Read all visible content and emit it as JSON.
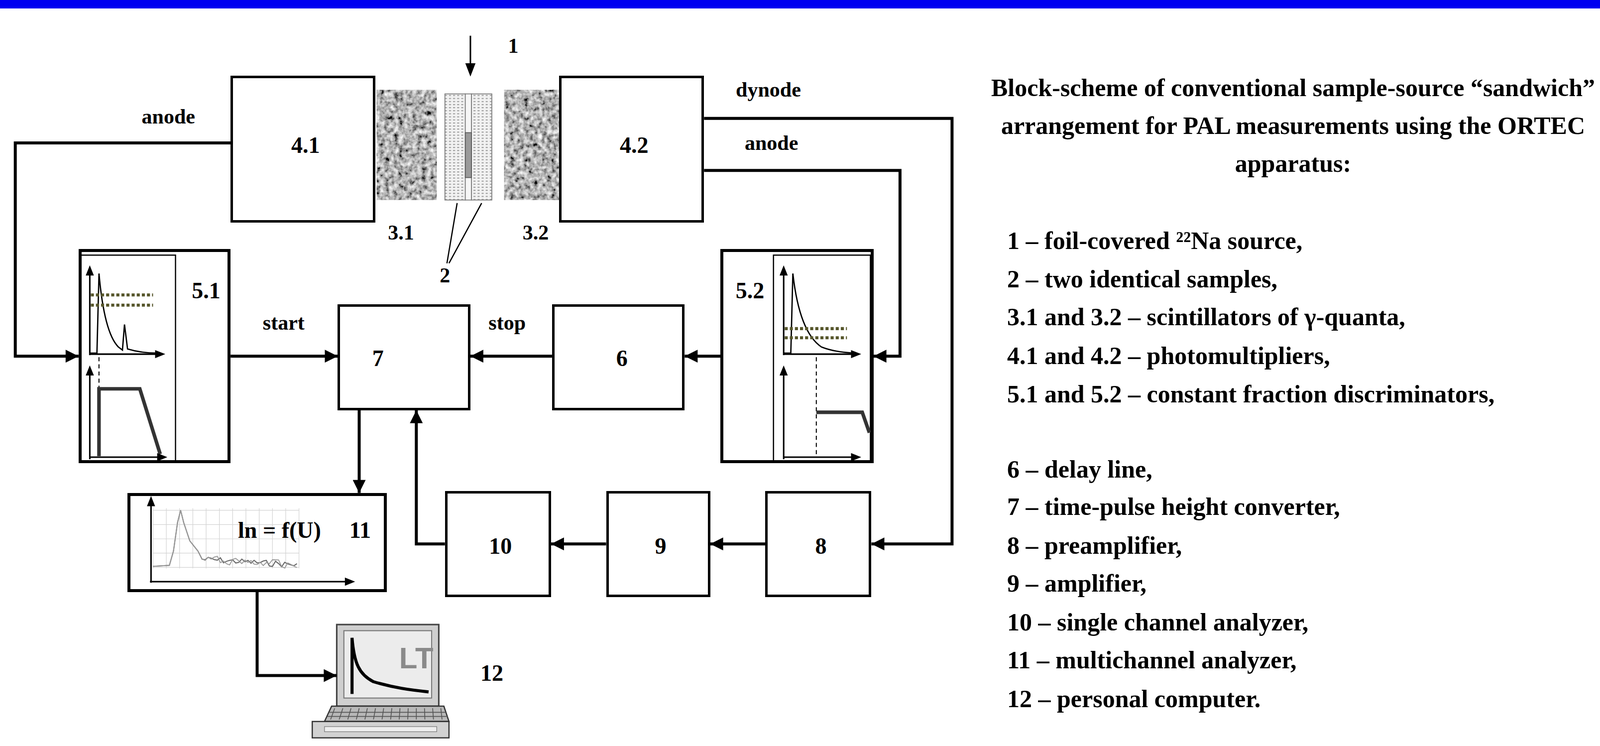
{
  "diagram": {
    "title": "Block-scheme of conventional sample-source “sandwich” arrangement for PAL measurements using the ORTEC apparatus:",
    "nodes": [
      {
        "text": [
          "4.1"
        ]
      },
      {
        "text": [
          "4.2"
        ]
      },
      {
        "text": [
          "5.1"
        ]
      },
      {
        "text": [
          "7"
        ]
      },
      {
        "text": [
          "6"
        ]
      },
      {
        "text": [
          "5.2"
        ]
      },
      {
        "text": [
          "ln = f(U)",
          "11"
        ]
      },
      {
        "text": [
          "10"
        ]
      },
      {
        "text": [
          "9"
        ]
      },
      {
        "text": [
          "8"
        ]
      },
      {
        "text": [
          "LT",
          "12"
        ]
      }
    ],
    "edges": [
      {
        "from": 0,
        "to": 2,
        "arrow": "to",
        "label": "anode"
      },
      {
        "from": 1,
        "to": 5,
        "arrow": "to",
        "label": "anode"
      },
      {
        "from": 1,
        "to": 9,
        "arrow": "to",
        "label": "dynode"
      },
      {
        "from": 2,
        "to": 3,
        "arrow": "to",
        "label": "start"
      },
      {
        "from": 5,
        "to": 4,
        "arrow": "to"
      },
      {
        "from": 4,
        "to": 3,
        "arrow": "to",
        "label": "stop"
      },
      {
        "from": 9,
        "to": 8,
        "arrow": "to"
      },
      {
        "from": 8,
        "to": 7,
        "arrow": "to"
      },
      {
        "from": 7,
        "to": 3,
        "arrow": "to"
      },
      {
        "from": 3,
        "to": 6,
        "arrow": "to"
      },
      {
        "from": 6,
        "to": 10,
        "arrow": "to"
      }
    ],
    "labels": [
      "1",
      "2",
      "3.1",
      "3.2",
      "1 – foil-covered ²²Na source,",
      "2 – two identical samples,",
      "3.1 and 3.2 – scintillators of γ-quanta,",
      "4.1 and 4.2 – photomultipliers,",
      "5.1 and 5.2 – constant fraction discriminators,",
      "6 – delay line,",
      "7 – time-pulse height converter,",
      "8 – preamplifier,",
      "9 – amplifier,",
      "10 – single channel analyzer,",
      "11 – multichannel analyzer,",
      "12 – personal computer."
    ]
  }
}
